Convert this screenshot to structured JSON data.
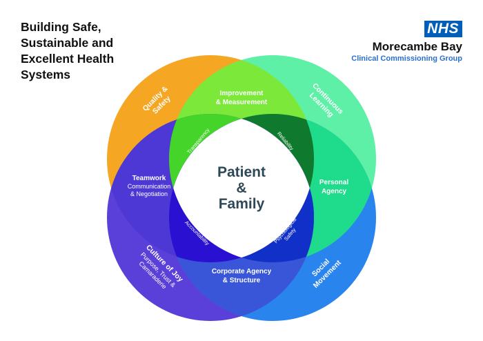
{
  "title": {
    "lines": [
      "Building Safe,",
      "Sustainable and",
      "Excellent Health",
      "Systems"
    ]
  },
  "logo": {
    "nhs": "NHS",
    "organisation": "Morecambe Bay",
    "subtitle": "Clinical Commissioning Group"
  },
  "colors": {
    "brand_blue": "#005eb8",
    "orange": "#f5a623",
    "green_top": "#7be83a",
    "mint": "#5ff0a8",
    "purple": "#5b3fd9",
    "blue": "#2a84ee",
    "center_text": "#2f4858"
  },
  "diagram": {
    "circles": {
      "quality_safety": [
        "Quality &",
        "Safety"
      ],
      "continuous_learning": [
        "Continuous",
        "Learning"
      ],
      "culture_of_joy": {
        "title": "Culture of Joy",
        "sub": [
          "Purpose, Trust &",
          "Camaraderie"
        ]
      },
      "social_movement": [
        "Social",
        "Movement"
      ]
    },
    "overlaps": {
      "improvement": [
        "Improvement",
        "& Measurement"
      ],
      "teamwork": {
        "title": "Teamwork",
        "sub": [
          "Communication",
          "& Negotiation"
        ]
      },
      "personal_agency": [
        "Personal",
        "Agency"
      ],
      "corporate_agency": [
        "Corporate Agency",
        "& Structure"
      ]
    },
    "inner": {
      "transparency": "Transparency",
      "reliability": "Reliability",
      "accountability": "Accountability",
      "psychological_safety": [
        "Psychological",
        "Safety"
      ]
    },
    "center": [
      "Patient",
      "&",
      "Family"
    ]
  }
}
